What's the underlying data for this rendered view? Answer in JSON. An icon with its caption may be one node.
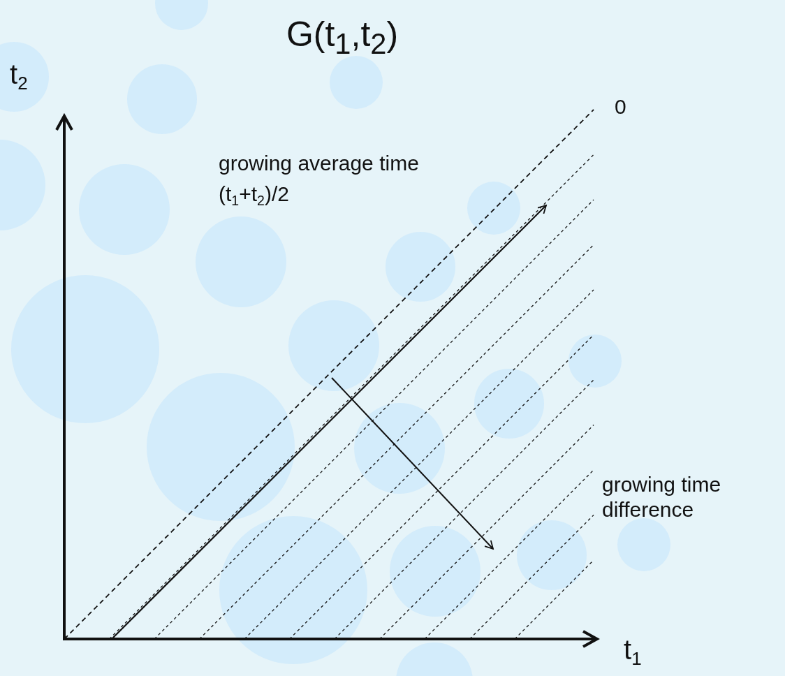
{
  "diagram": {
    "title": "G(t$_{1}$,t$_{2}$)",
    "labels": [
      "t$_{2}$",
      "0",
      "growing average time",
      "(t$_{1}$+t$_{2}$)/2",
      "growing time difference",
      "t$_{1}$"
    ]
  }
}
